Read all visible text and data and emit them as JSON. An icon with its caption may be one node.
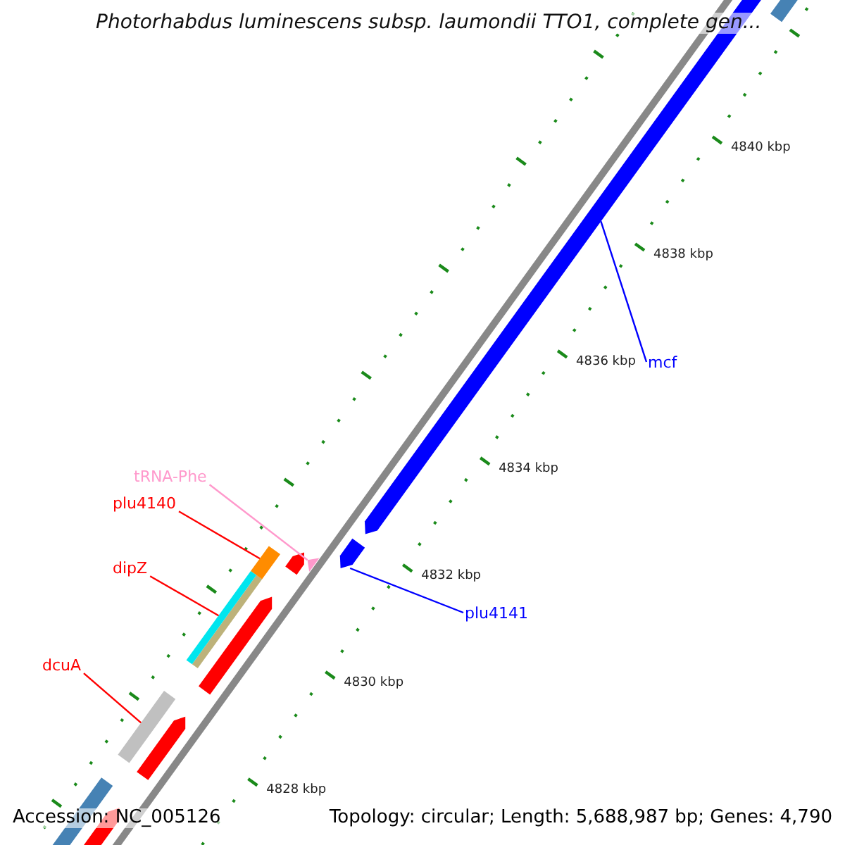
{
  "diagram": {
    "title": "Photorhabdus luminescens subsp. laumondii TTO1, complete gen...",
    "nodes": [
      {
        "text": [
          "tRNA-Phe"
        ]
      },
      {
        "text": [
          "plu4140"
        ]
      },
      {
        "text": [
          "dipZ"
        ]
      },
      {
        "text": [
          "dcuA"
        ]
      },
      {
        "text": [
          "mcf"
        ]
      },
      {
        "text": [
          "plu4141"
        ]
      },
      {
        "text": [],
        "shape": "triangle"
      },
      {
        "text": [],
        "shape": "bar"
      },
      {
        "text": [],
        "shape": "bar"
      },
      {
        "text": [],
        "shape": "bar"
      },
      {
        "text": [],
        "shape": "arrow"
      },
      {
        "text": [],
        "shape": "arrow"
      }
    ],
    "edges": [
      {
        "from": 0,
        "to": 6,
        "arrow": "none",
        "color": "#ff99cc"
      },
      {
        "from": 1,
        "to": 7,
        "arrow": "none"
      },
      {
        "from": 2,
        "to": 8,
        "arrow": "none"
      },
      {
        "from": 3,
        "to": 9,
        "arrow": "none"
      },
      {
        "from": 4,
        "to": 10,
        "arrow": "none",
        "color": "#0000ff"
      },
      {
        "from": 5,
        "to": 11,
        "arrow": "none",
        "color": "#0000ff"
      }
    ],
    "labels": [
      "4840 kbp",
      "4838 kbp",
      "4836 kbp",
      "4834 kbp",
      "4832 kbp",
      "4830 kbp",
      "4828 kbp",
      "Accession: NC_005126",
      "Topology: circular; Length: 5,688,987 bp; Genes: 4,790"
    ]
  }
}
